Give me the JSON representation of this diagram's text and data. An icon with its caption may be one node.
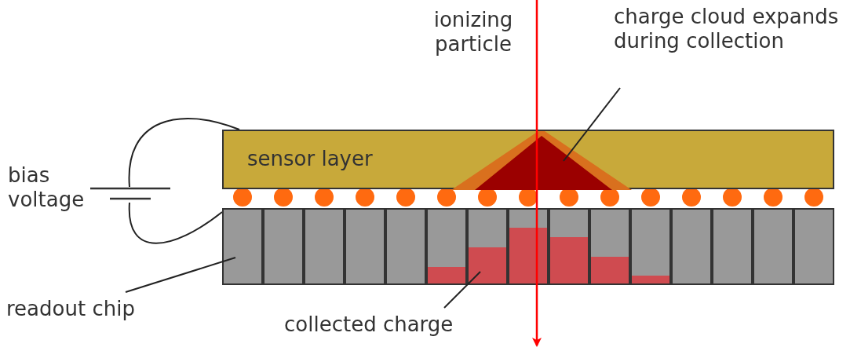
{
  "diagram": {
    "nodes": [
      {
        "text": [
          "sensor layer"
        ]
      },
      {
        "text": [],
        "shape": "triangle",
        "in": 0
      },
      {
        "text": [
          "charge cloud expands during collection"
        ]
      },
      {
        "text": [],
        "shape": "battery",
        "beside": [
          "bias voltage"
        ]
      },
      {
        "text": [],
        "shape": "box"
      },
      {
        "text": [
          "readout chip"
        ]
      },
      {
        "text": [],
        "shape": "bar"
      },
      {
        "text": [
          "collected charge"
        ]
      }
    ],
    "edges": [
      {
        "from": 2,
        "to": 1,
        "arrow": "none"
      },
      {
        "from": 3,
        "to": 0,
        "arrow": "none"
      },
      {
        "from": 3,
        "to": 4,
        "arrow": "none"
      },
      {
        "from": 5,
        "to": 4,
        "arrow": "none"
      },
      {
        "from": 7,
        "to": 6,
        "arrow": "none"
      }
    ],
    "labels": [
      "ionizing particle"
    ]
  }
}
